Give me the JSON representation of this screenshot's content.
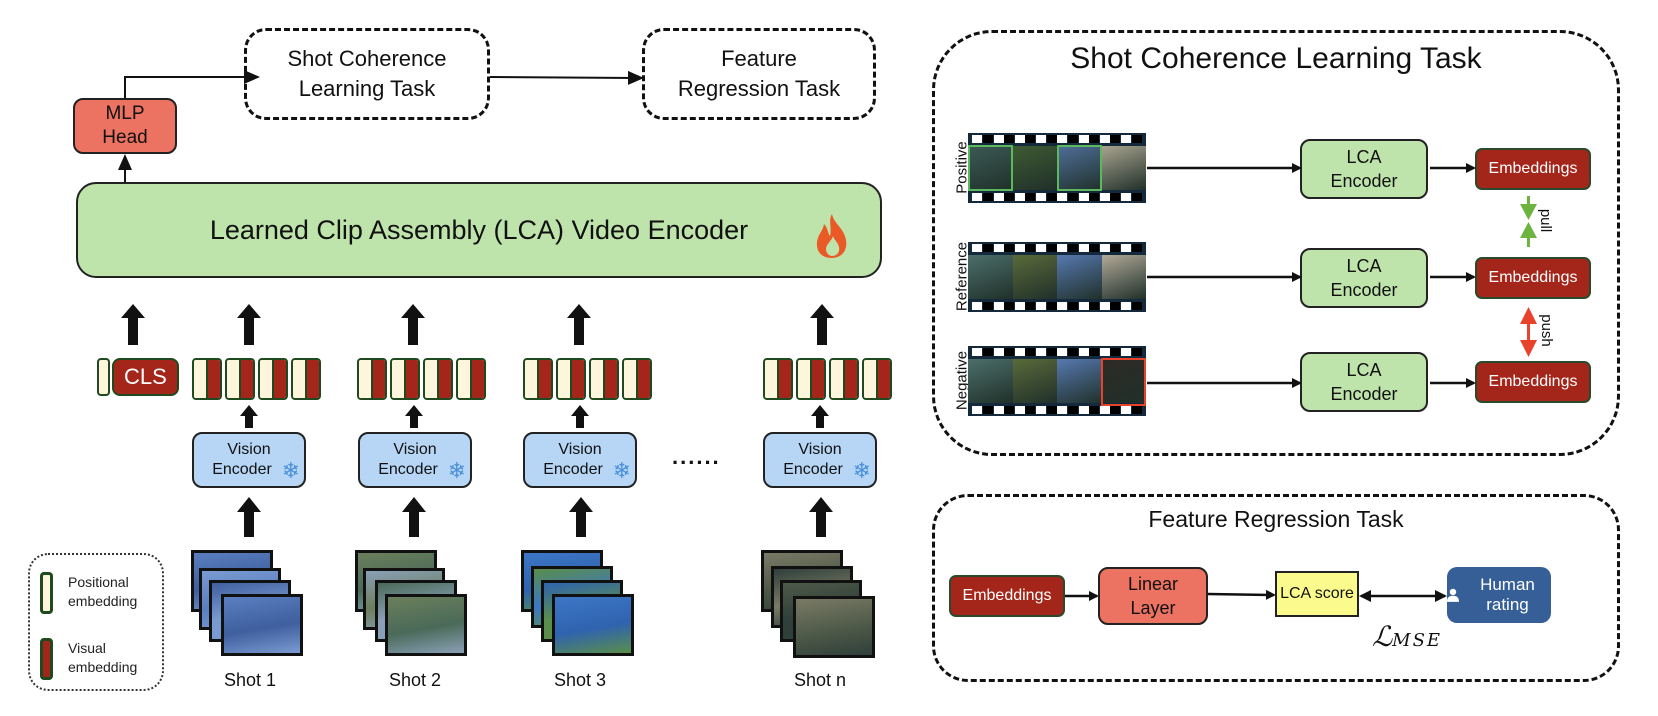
{
  "left": {
    "mlp_head": {
      "line1": "MLP",
      "line2": "Head"
    },
    "task_boxes": [
      {
        "line1": "Shot Coherence",
        "line2": "Learning Task"
      },
      {
        "line1": "Feature",
        "line2": "Regression Task"
      }
    ],
    "lca_encoder_label": "Learned Clip Assembly (LCA) Video Encoder",
    "lca_encoder_icon": "fire-icon",
    "cls_label": "CLS",
    "vision_encoder": {
      "line1": "Vision",
      "line2": "Encoder",
      "icon": "snowflake-icon"
    },
    "ellipsis": "......",
    "shots": [
      {
        "label": "Shot 1",
        "colors": [
          "#3f5f9e",
          "#5a7fc0",
          "#7a9bd2"
        ]
      },
      {
        "label": "Shot 2",
        "colors": [
          "#4a6a58",
          "#6b7f5c",
          "#8aa0b8"
        ]
      },
      {
        "label": "Shot 3",
        "colors": [
          "#2f63b0",
          "#3d77c6",
          "#5a8e4a"
        ]
      },
      {
        "label": "Shot n",
        "colors": [
          "#4e5a48",
          "#7a7a66",
          "#2f3f3a"
        ]
      }
    ],
    "legend": [
      {
        "line1": "Positional",
        "line2": "embedding",
        "color": "#fdf6dc"
      },
      {
        "line1": "Visual",
        "line2": "embedding",
        "color": "#a4261a"
      }
    ]
  },
  "shot_coherence": {
    "title": "Shot Coherence Learning Task",
    "rows": [
      {
        "label": "Positive",
        "highlight": "#5cb85c"
      },
      {
        "label": "Reference",
        "highlight": ""
      },
      {
        "label": "Negative",
        "highlight": "#e8412c"
      }
    ],
    "encoder": {
      "line1": "LCA",
      "line2": "Encoder"
    },
    "embeddings_label": "Embeddings",
    "pull_label": "pull",
    "push_label": "push",
    "pull_color": "#6db33f",
    "push_color": "#e8412c"
  },
  "feature_regression": {
    "title": "Feature Regression Task",
    "embeddings_label": "Embeddings",
    "linear": {
      "line1": "Linear",
      "line2": "Layer"
    },
    "score_label": "LCA score",
    "human_label": "Human rating",
    "human_icon": "person-icon",
    "loss_label": "ℒ",
    "loss_subscript": "MSE"
  }
}
